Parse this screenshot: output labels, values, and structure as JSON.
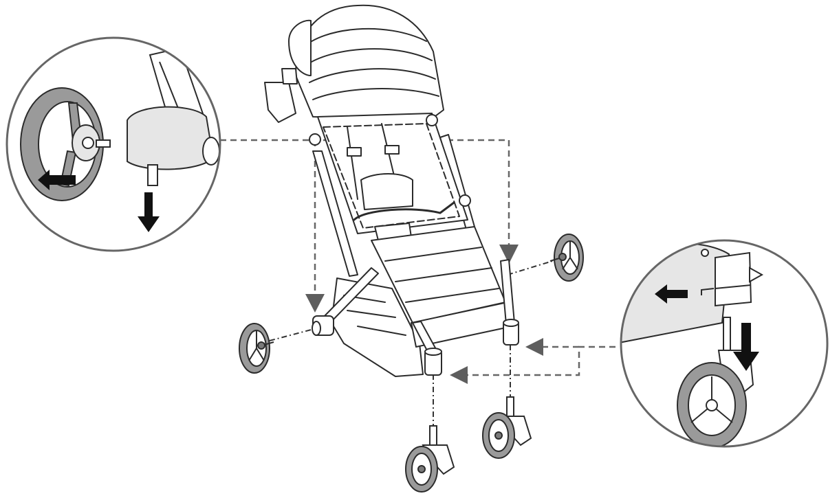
{
  "diagram": {
    "type": "assembly-instruction",
    "text_labels": [],
    "colors": {
      "line": "#2b2b2b",
      "guide": "#666666",
      "wheel": "#9a9a9a",
      "wheel_dark": "#7a7a7a",
      "panel": "#e6e6e6",
      "detail": "#f2f2f2",
      "background": "#ffffff"
    },
    "icons": [
      "stroller-frame",
      "rear-wheel",
      "front-swivel-wheel",
      "arrow-left",
      "arrow-down",
      "detail-magnifier-circle"
    ]
  }
}
